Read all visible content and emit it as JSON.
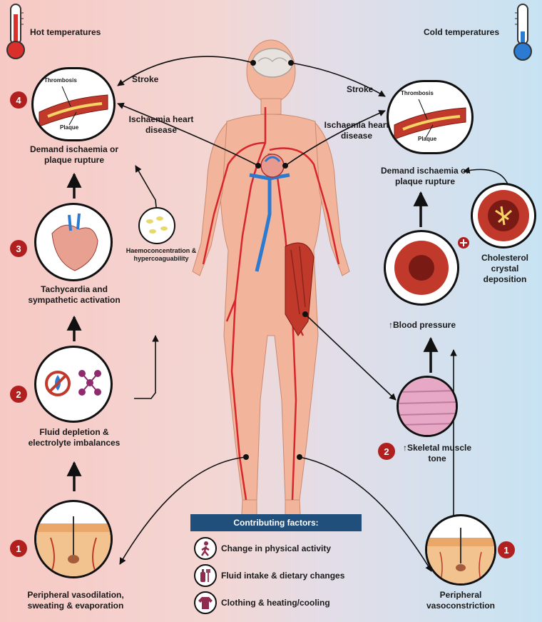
{
  "headers": {
    "hot": "Hot temperatures",
    "cold": "Cold temperatures"
  },
  "hot": {
    "stroke": "Stroke",
    "ihd": "Ischaemia heart disease",
    "thrombosis": "Thrombosis",
    "plaque": "Plaque",
    "step4": "Demand ischaemia or plaque rupture",
    "step3": "Tachycardia and sympathetic activation",
    "haemo": "Haemoconcentration & hypercoaguability",
    "step2": "Fluid depletion & electrolyte imbalances",
    "step1": "Peripheral vasodilation, sweating & evaporation",
    "badges": [
      "4",
      "3",
      "2",
      "1"
    ]
  },
  "cold": {
    "stroke": "Stroke",
    "ihd": "Ischaemia heart disease",
    "thrombosis": "Thrombosis",
    "plaque": "Plaque",
    "demand": "Demand ischaemia or plaque rupture",
    "cholesterol": "Cholesterol crystal deposition",
    "bp": "↑Blood pressure",
    "muscle": "↑Skeletal muscle tone",
    "vaso": "Peripheral vasoconstriction",
    "badges": [
      "2",
      "1"
    ]
  },
  "factors": {
    "title": "Contributing factors:",
    "items": [
      {
        "icon": "walking-person-icon",
        "label": "Change in physical activity"
      },
      {
        "icon": "bottle-fork-icon",
        "label": "Fluid intake & dietary changes"
      },
      {
        "icon": "sweater-icon",
        "label": "Clothing & heating/cooling"
      }
    ]
  },
  "colors": {
    "badge": "#b21f1f",
    "artery": "#d8242b",
    "vein": "#2a7bd1",
    "factorHeader": "#1f4f7a"
  }
}
